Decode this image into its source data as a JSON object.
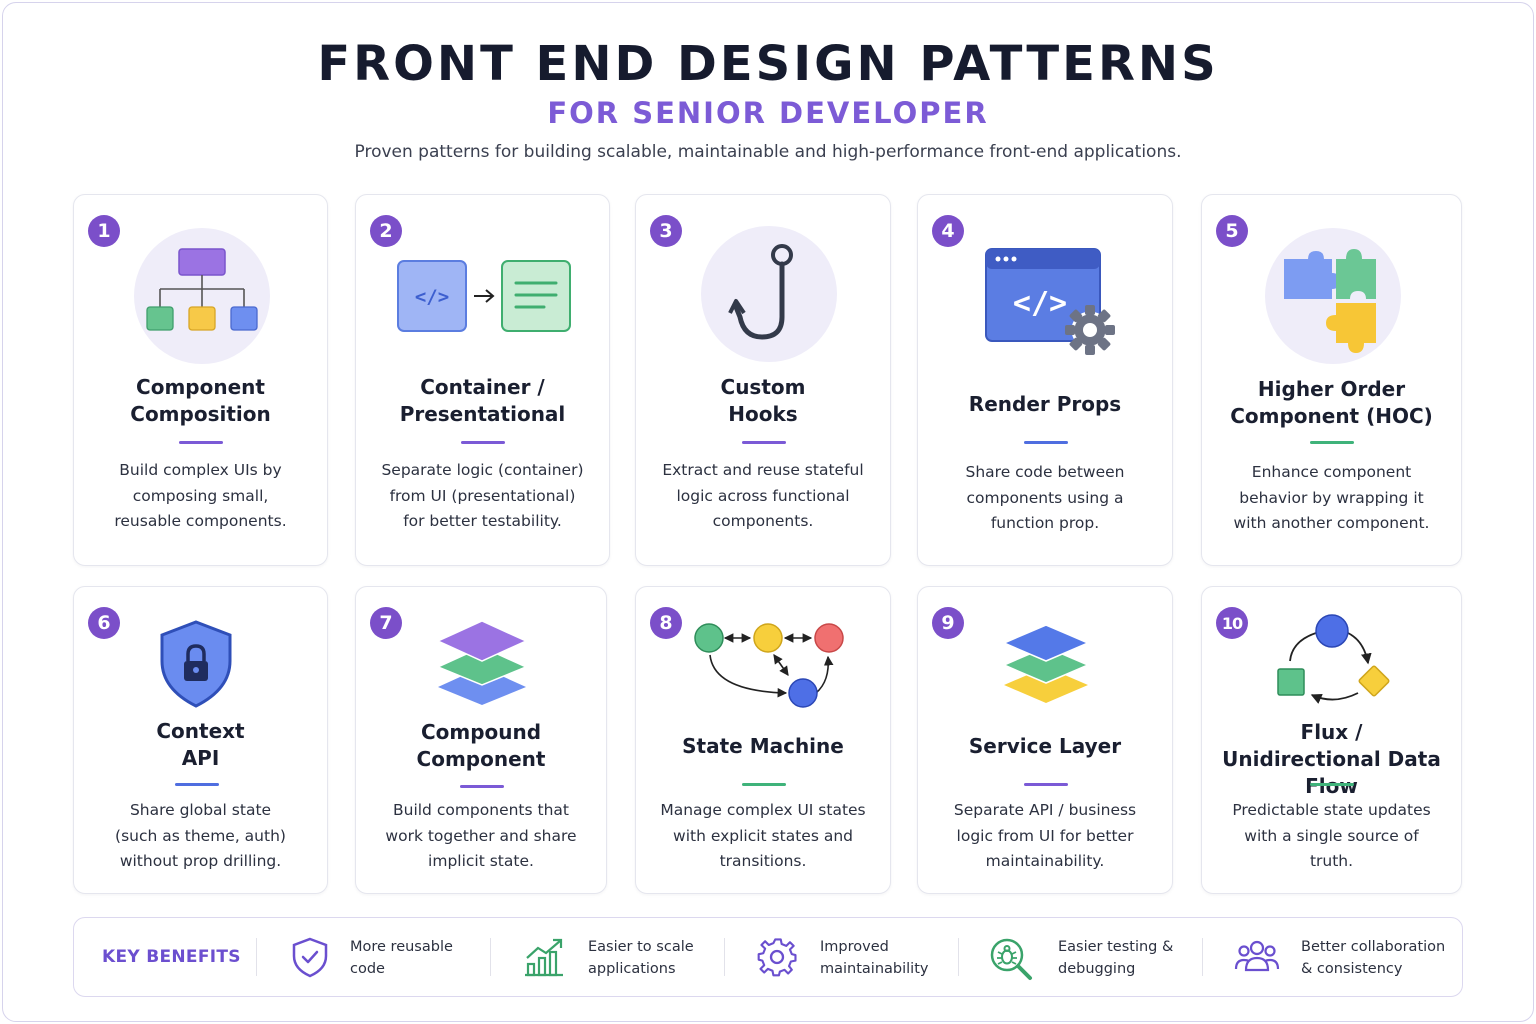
{
  "header": {
    "title": "FRONT END DESIGN PATTERNS",
    "subtitle": "FOR SENIOR DEVELOPER",
    "tagline": "Proven patterns for building scalable, maintainable and high-performance front-end applications."
  },
  "colors": {
    "accent_purple": "#7b4fc9",
    "underline_purple": "#7b5ad6",
    "underline_blue": "#4f6ee0",
    "underline_green": "#3fb37a"
  },
  "cards": [
    {
      "number": "1",
      "title": "Component\nComposition",
      "desc": "Build complex UIs by\ncomposing small,\nreusable components.",
      "icon": "hierarchy-icon"
    },
    {
      "number": "2",
      "title": "Container /\nPresentational",
      "desc": "Separate logic (container)\nfrom UI (presentational)\nfor better testability.",
      "icon": "code-to-document-icon"
    },
    {
      "number": "3",
      "title": "Custom\nHooks",
      "desc": "Extract and reuse stateful\nlogic across functional\ncomponents.",
      "icon": "hook-icon"
    },
    {
      "number": "4",
      "title": "Render Props",
      "desc": "Share code between\ncomponents using a\nfunction prop.",
      "icon": "code-window-gear-icon"
    },
    {
      "number": "5",
      "title": "Higher Order\nComponent (HOC)",
      "desc": "Enhance component\nbehavior by wrapping it\nwith another component.",
      "icon": "puzzle-icon"
    },
    {
      "number": "6",
      "title": "Context\nAPI",
      "desc": "Share global state\n(such as theme, auth)\nwithout prop drilling.",
      "icon": "shield-lock-icon"
    },
    {
      "number": "7",
      "title": "Compound\nComponent",
      "desc": "Build components that\nwork together and share\nimplicit state.",
      "icon": "layers-icon"
    },
    {
      "number": "8",
      "title": "State Machine",
      "desc": "Manage complex UI states\nwith explicit states and\ntransitions.",
      "icon": "state-graph-icon"
    },
    {
      "number": "9",
      "title": "Service Layer",
      "desc": "Separate API / business\nlogic from UI for better\nmaintainability.",
      "icon": "stack-icon"
    },
    {
      "number": "10",
      "title": "Flux /\nUnidirectional Data Flow",
      "desc": "Predictable state updates\nwith a single source of\ntruth.",
      "icon": "cycle-flow-icon"
    }
  ],
  "benefits": {
    "label": "KEY BENEFITS",
    "items": [
      {
        "text": "More reusable\ncode",
        "icon": "shield-check-icon"
      },
      {
        "text": "Easier to scale\napplications",
        "icon": "growth-chart-icon"
      },
      {
        "text": "Improved\nmaintainability",
        "icon": "gear-icon"
      },
      {
        "text": "Easier testing &\ndebugging",
        "icon": "bug-search-icon"
      },
      {
        "text": "Better collaboration\n& consistency",
        "icon": "team-icon"
      }
    ]
  }
}
